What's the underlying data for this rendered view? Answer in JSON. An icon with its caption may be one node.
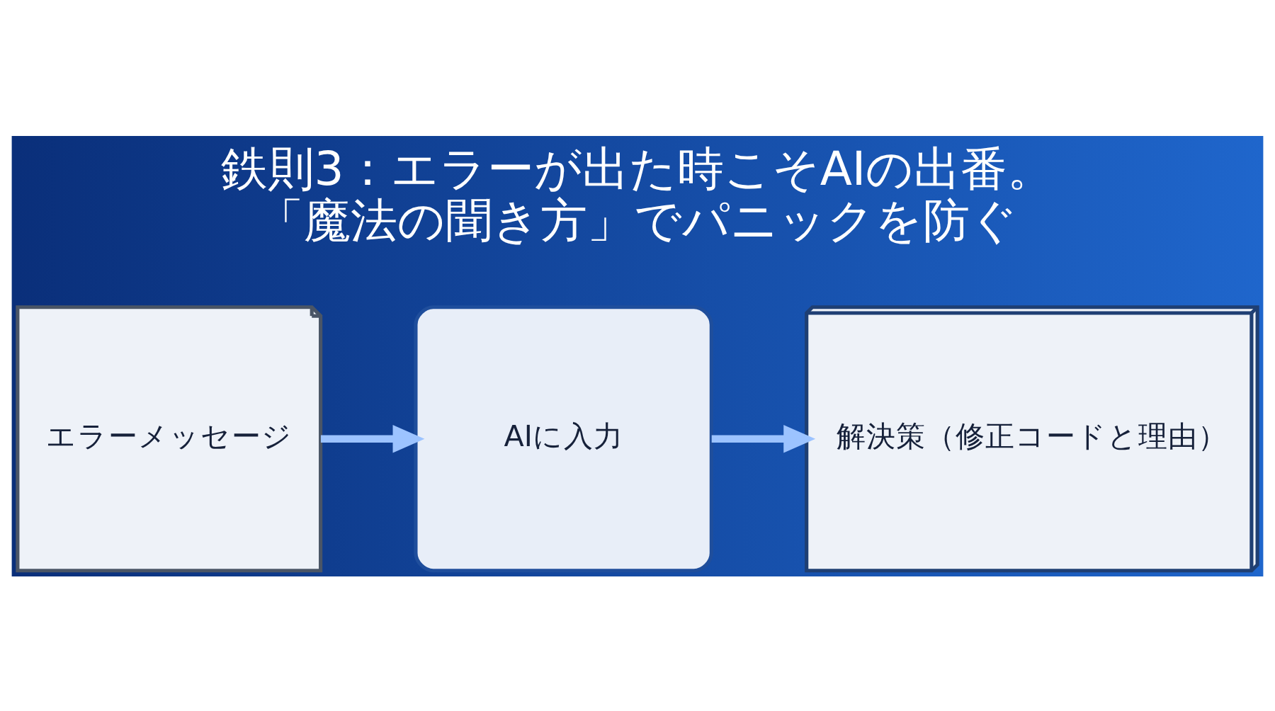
{
  "diagram": {
    "title": "鉄則3：エラーが出た時こそAIの出番。「魔法の聞き方」でパニックを防ぐ",
    "nodes": [
      {
        "text": [
          "エラーメッセージ"
        ]
      },
      {
        "text": [
          "AIに入力"
        ]
      },
      {
        "text": [
          "解決策（修正コードと理由）"
        ]
      }
    ],
    "edges": [
      {
        "from": 0,
        "to": 1,
        "arrow": "to"
      },
      {
        "from": 1,
        "to": 2,
        "arrow": "to"
      }
    ]
  }
}
